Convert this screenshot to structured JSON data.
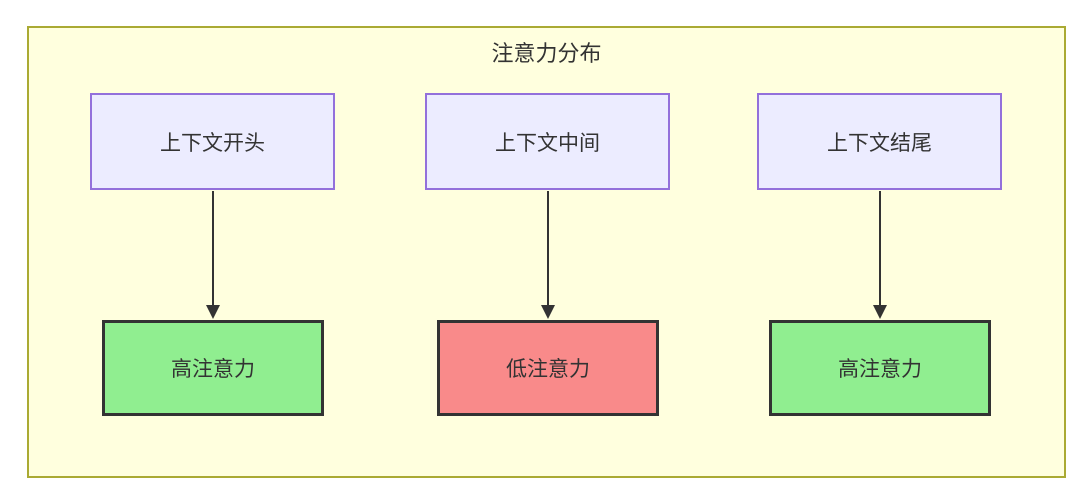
{
  "diagram": {
    "title": "注意力分布",
    "columns": [
      {
        "source": "上下文开头",
        "target": "高注意力",
        "target_type": "high"
      },
      {
        "source": "上下文中间",
        "target": "低注意力",
        "target_type": "low"
      },
      {
        "source": "上下文结尾",
        "target": "高注意力",
        "target_type": "high"
      }
    ],
    "colors": {
      "cluster_bg": "#FFFFDE",
      "cluster_border": "#AAAA33",
      "source_bg": "#ECECFF",
      "source_border": "#9370DB",
      "high_attention_bg": "#90EE90",
      "low_attention_bg": "#F98A8A",
      "edge_and_text": "#333333"
    }
  }
}
